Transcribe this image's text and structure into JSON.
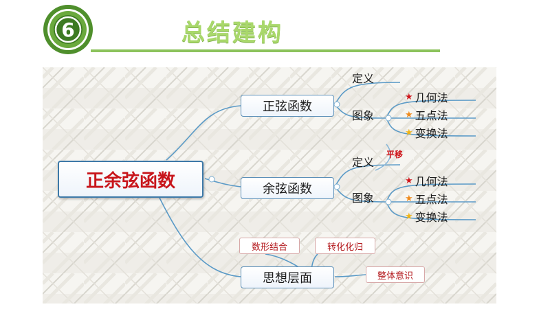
{
  "header": {
    "section_number": "6",
    "title": "总结建构"
  },
  "colors": {
    "badge_green": "#4f8f2c",
    "title_green": "#a9d86b",
    "connector_blue": "#5a9ac7",
    "red_text": "#c8151b",
    "star_red": "#d0151b",
    "star_orange": "#ef8a1c",
    "star_gold": "#f0b414"
  },
  "diagram": {
    "root": "正余弦函数",
    "sine": {
      "label": "正弦函数",
      "definition": "定义",
      "graph": "图象",
      "methods": [
        {
          "label": "几何法",
          "star_icon": "red-star-icon"
        },
        {
          "label": "五点法",
          "star_icon": "orange-star-icon"
        },
        {
          "label": "变换法",
          "star_icon": "gold-star-icon"
        }
      ]
    },
    "cosine": {
      "label": "余弦函数",
      "definition": "定义",
      "graph": "图象",
      "translation_note": "平移",
      "methods": [
        {
          "label": "几何法",
          "star_icon": "red-star-icon"
        },
        {
          "label": "五点法",
          "star_icon": "orange-star-icon"
        },
        {
          "label": "变换法",
          "star_icon": "gold-star-icon"
        }
      ]
    },
    "thinking": {
      "label": "思想层面",
      "ideas": [
        "数形结合",
        "转化化归",
        "整体意识"
      ]
    }
  }
}
